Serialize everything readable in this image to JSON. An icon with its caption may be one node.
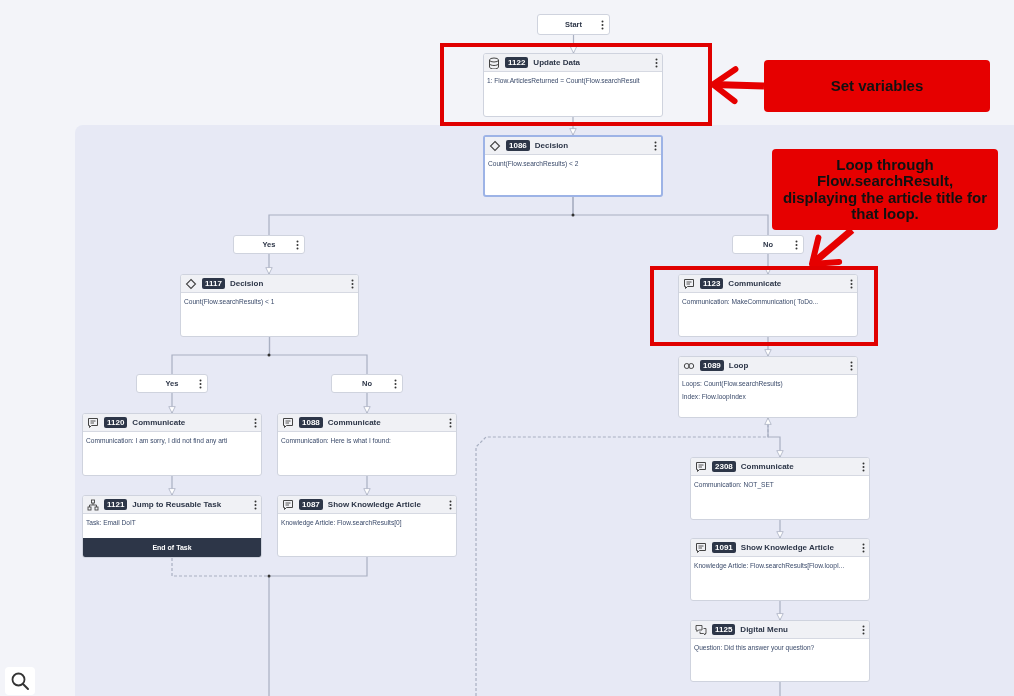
{
  "diagram": {
    "nodes": [
      {
        "text": [
          "Start"
        ]
      },
      {
        "text": [],
        "shape": "box"
      },
      {
        "text": [
          "1122",
          "Update Data",
          "1: Flow.ArticlesReturned = Count(Flow.searchResult"
        ],
        "in": 1
      },
      {
        "text": [
          "Set variables"
        ]
      },
      {
        "text": [
          "1086",
          "Decision",
          "Count(Flow.searchResults) < 2"
        ]
      },
      {
        "text": [
          "Loop through Flow.searchResult, displaying the article title for that loop."
        ]
      },
      {
        "text": [
          "Yes"
        ]
      },
      {
        "text": [
          "No"
        ]
      },
      {
        "text": [],
        "shape": "box"
      },
      {
        "text": [
          "1117",
          "Decision",
          "Count(Flow.searchResults) < 1"
        ]
      },
      {
        "text": [
          "1123",
          "Communicate",
          "Communication: MakeCommunication( ToDo..."
        ],
        "in": 8
      },
      {
        "text": [
          "1089",
          "Loop",
          "Loops: Count(Flow.searchResults)",
          "Index: Flow.loopIndex"
        ]
      },
      {
        "text": [
          "Yes"
        ]
      },
      {
        "text": [
          "No"
        ]
      },
      {
        "text": [
          "1120",
          "Communicate",
          "Communication: I am sorry, I did not find any arti"
        ]
      },
      {
        "text": [
          "1088",
          "Communicate",
          "Communication: Here is what I found:"
        ]
      },
      {
        "text": [
          "2308",
          "Communicate",
          "Communication: NOT_SET"
        ]
      },
      {
        "text": [
          "1121",
          "Jump to Reusable Task",
          "Task: Email DoIT",
          "End of Task"
        ]
      },
      {
        "text": [
          "1087",
          "Show Knowledge Article",
          "Knowledge Article: Flow.searchResults[0]"
        ]
      },
      {
        "text": [
          "1091",
          "Show Knowledge Article",
          "Knowledge Article: Flow.searchResults[Flow.loopI..."
        ]
      },
      {
        "text": [
          "1125",
          "Digital Menu",
          "Question: Did this answer your question?"
        ]
      }
    ],
    "edges": [
      {
        "from": 0,
        "to": 2,
        "arrow": "to"
      },
      {
        "from": 2,
        "to": 4,
        "arrow": "to"
      },
      {
        "from": 4,
        "to": 6,
        "arrow": "none"
      },
      {
        "from": 4,
        "to": 7,
        "arrow": "none"
      },
      {
        "from": 6,
        "to": 9,
        "arrow": "to"
      },
      {
        "from": 7,
        "to": 10,
        "arrow": "to"
      },
      {
        "from": 10,
        "to": 11,
        "arrow": "to"
      },
      {
        "from": 9,
        "to": 12,
        "arrow": "none"
      },
      {
        "from": 9,
        "to": 13,
        "arrow": "none"
      },
      {
        "from": 12,
        "to": 14,
        "arrow": "to"
      },
      {
        "from": 13,
        "to": 15,
        "arrow": "to"
      },
      {
        "from": 14,
        "to": 17,
        "arrow": "to"
      },
      {
        "from": 15,
        "to": 18,
        "arrow": "to"
      },
      {
        "from": 17,
        "to": null,
        "arrow": "none",
        "style": "dashed"
      },
      {
        "from": 18,
        "to": null,
        "arrow": "none"
      },
      {
        "from": 11,
        "to": 16,
        "arrow": "to"
      },
      {
        "from": null,
        "to": 11,
        "arrow": "to",
        "style": "dashed"
      },
      {
        "from": 16,
        "to": 19,
        "arrow": "to"
      },
      {
        "from": 19,
        "to": 20,
        "arrow": "to"
      },
      {
        "from": 20,
        "to": null,
        "arrow": "none"
      },
      {
        "from": 3,
        "to": 1,
        "arrow": "to",
        "style": "thick",
        "color": "#e60000"
      },
      {
        "from": 5,
        "to": 8,
        "arrow": "to",
        "style": "thick",
        "color": "#e60000"
      }
    ]
  }
}
